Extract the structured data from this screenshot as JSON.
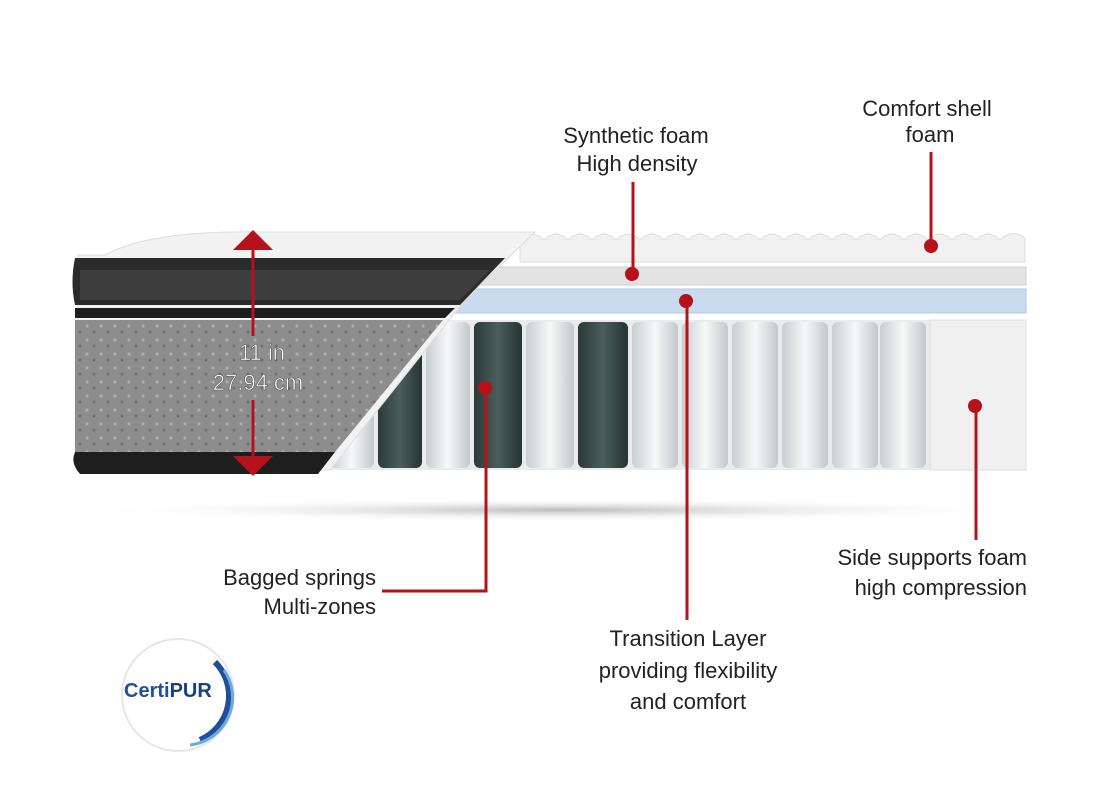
{
  "labels": {
    "comfort_shell": [
      "Comfort shell",
      "foam"
    ],
    "synthetic_foam": [
      "Synthetic foam",
      "High density"
    ],
    "transition_layer": [
      "Transition Layer",
      "providing flexibility",
      "and comfort"
    ],
    "side_supports": [
      "Side supports foam",
      "high compression"
    ],
    "bagged_springs": [
      "Bagged springs",
      "Multi-zones"
    ]
  },
  "dimension": {
    "inches": "11 in",
    "cm": "27.94 cm"
  },
  "logo": {
    "text_a": "Certi",
    "text_b": "PUR"
  },
  "colors": {
    "accent": "#b5121b",
    "blue_layer": "#c9dcef",
    "dark_band": "#1e1e1e"
  }
}
